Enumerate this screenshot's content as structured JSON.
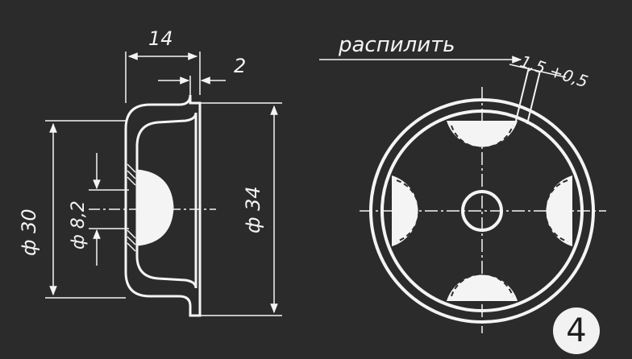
{
  "side_view": {
    "width_dim": "14",
    "flange_dim": "2",
    "outer_dia_dim": "ф 30",
    "hole_dia_dim": "ф 8,2",
    "flange_dia_dim": "ф 34"
  },
  "front_view": {
    "note": "распилить",
    "slot_dim": "1,5 +0,5"
  },
  "figure_number": "4",
  "colors": {
    "background": "#2b2b2b",
    "lines": "#f4f4f4"
  }
}
